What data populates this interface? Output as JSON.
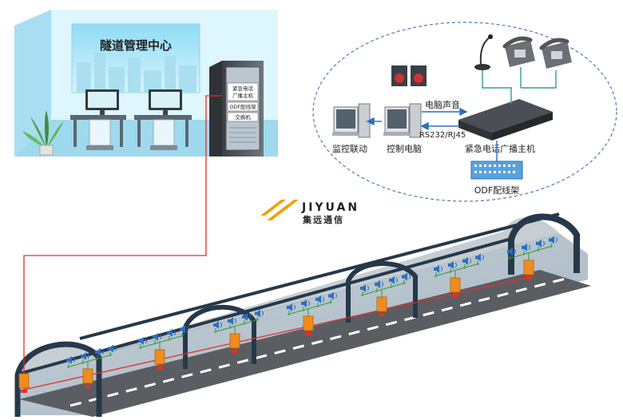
{
  "control_room": {
    "title": "隧道管理中心",
    "cabinet_labels": [
      "紧急电话广播主机",
      "ODF配线架",
      "交换机"
    ]
  },
  "system": {
    "monitor_label": "监控联动",
    "control_pc_label": "控制电脑",
    "pc_audio_label": "电脑声音",
    "interface_label": "RS232/RJ45",
    "host_label": "紧急电话广播主机",
    "odf_label": "ODF配线架"
  },
  "brand": {
    "name_en": "JIYUAN",
    "name_cn": "集远通信",
    "logo_color": "#f5a000",
    "text_color": "#5a6f8a"
  },
  "colors": {
    "link_red": "#e0302c",
    "tunnel": "#25394a",
    "road": "#5a5e63",
    "terminal": "#f08c1e",
    "speaker": "#2a6fc0",
    "branch": "#2e9b3c",
    "room_bg": "#b9e6f7"
  },
  "tunnel_icons": [
    "speaker-icon",
    "emergency-phone-icon",
    "fiber-link-icon"
  ]
}
